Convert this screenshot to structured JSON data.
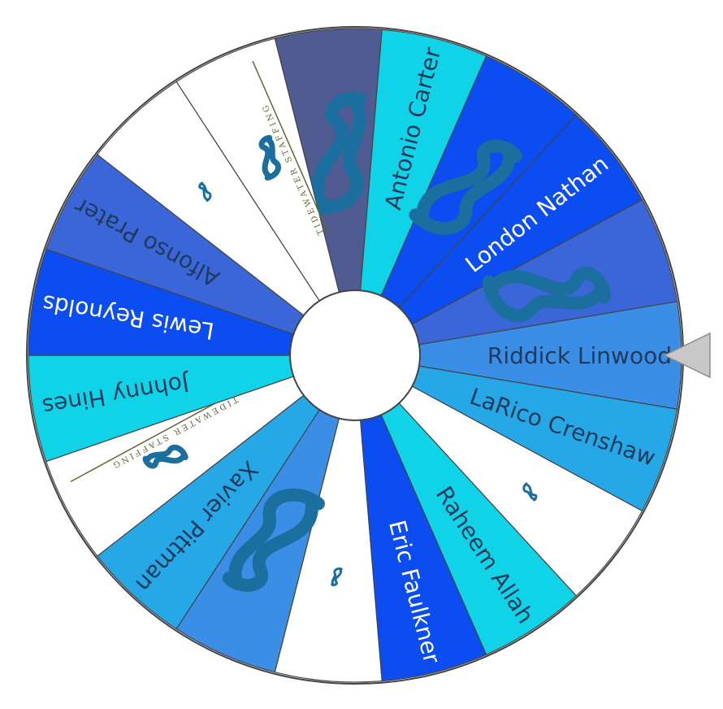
{
  "wheel": {
    "segments": [
      {
        "kind": "logo-large",
        "color": "#4f5b91"
      },
      {
        "kind": "name",
        "label": "Antonio Carter",
        "color": "#11d3e8",
        "text_color": "#1f3a5a"
      },
      {
        "kind": "logo-large",
        "color": "#0b4df0"
      },
      {
        "kind": "name",
        "label": "London Nathan",
        "color": "#0b4df0",
        "text_color": "#ffffff"
      },
      {
        "kind": "logo-large",
        "color": "#3a66d8"
      },
      {
        "kind": "name",
        "label": "Riddick Linwood",
        "color": "#3a8ee6",
        "text_color": "#1f3a5a"
      },
      {
        "kind": "name",
        "label": "LaRico Crenshaw",
        "color": "#26a7e6",
        "text_color": "#1f3a5a"
      },
      {
        "kind": "logo-small",
        "color": "#ffffff"
      },
      {
        "kind": "name",
        "label": "Raheem Allah",
        "color": "#11d3e8",
        "text_color": "#1f3a5a"
      },
      {
        "kind": "name",
        "label": "Eric Faulkner",
        "color": "#0b4df0",
        "text_color": "#ffffff"
      },
      {
        "kind": "logo-small",
        "color": "#ffffff"
      },
      {
        "kind": "logo-large",
        "color": "#3a8ee6"
      },
      {
        "kind": "name",
        "label": "Xavier Pittman",
        "color": "#26a7e6",
        "text_color": "#1f3a5a"
      },
      {
        "kind": "logo-brand",
        "color": "#ffffff",
        "brand": "TIDEWATER STAFFING"
      },
      {
        "kind": "name",
        "label": "Johnny Hines",
        "color": "#11d3e8",
        "text_color": "#1f3a5a"
      },
      {
        "kind": "name",
        "label": "Lewis Reynolds",
        "color": "#0b4df0",
        "text_color": "#ffffff"
      },
      {
        "kind": "name",
        "label": "Alfonso Prater",
        "color": "#3a66d8",
        "text_color": "#1f3a5a"
      },
      {
        "kind": "logo-small",
        "color": "#ffffff"
      },
      {
        "kind": "logo-brand",
        "color": "#ffffff",
        "brand": "TIDEWATER STAFFING"
      }
    ],
    "logo_color": "#1a6f9e",
    "brand_text_color": "#5a6b3a",
    "border_color": "#444444",
    "hub_color": "#ffffff",
    "pointer_color": "#c8c8c8"
  }
}
